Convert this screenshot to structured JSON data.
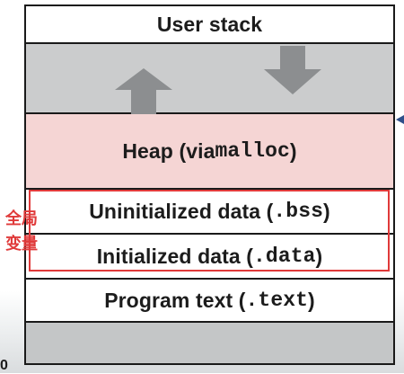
{
  "diagram": {
    "segments": {
      "user_stack": {
        "label": "User stack"
      },
      "heap": {
        "label_prefix": "Heap (via ",
        "label_code": "malloc",
        "label_suffix": ")"
      },
      "bss": {
        "label_prefix": "Uninitialized data (",
        "label_code": ".bss",
        "label_suffix": ")"
      },
      "data": {
        "label_prefix": "Initialized data (",
        "label_code": ".data",
        "label_suffix": ")"
      },
      "text": {
        "label_prefix": "Program text (",
        "label_code": ".text",
        "label_suffix": ")"
      }
    },
    "annotation": {
      "line1": "全局",
      "line2": "变量"
    },
    "edge_char": "0",
    "colors": {
      "heap_fill": "#f5d5d4",
      "gap_fill": "#cbcccd",
      "bottom_fill": "#c4c6c7",
      "arrow_fill": "#8c8e90",
      "highlight": "#e03a3a",
      "border": "#1a1a1a"
    },
    "icons": {
      "up_arrow": "up-arrow-icon",
      "down_arrow": "down-arrow-icon"
    }
  }
}
